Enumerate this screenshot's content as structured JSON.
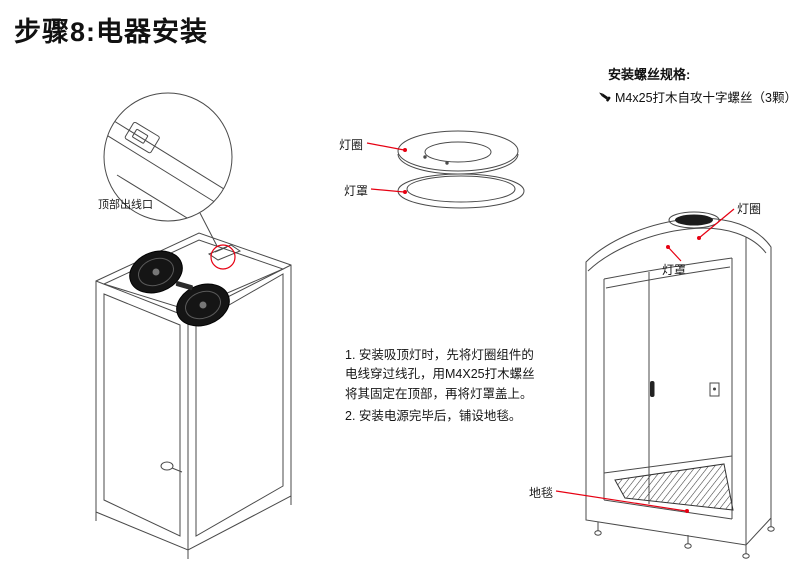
{
  "page": {
    "title": "步骤8:电器安装"
  },
  "screw_spec": {
    "heading": "安装螺丝规格:",
    "item": "M4x25打木自攻十字螺丝（3颗）"
  },
  "labels": {
    "top_outlet": "顶部出线口",
    "lamp_ring": "灯圈",
    "lamp_cover": "灯罩",
    "carpet": "地毯"
  },
  "instructions": {
    "step1": "1. 安装吸顶灯时，先将灯圈组件的电线穿过线孔，用M4X25打木螺丝将其固定在顶部，再将灯罩盖上。",
    "step2": "2. 安装电源完毕后，铺设地毯。"
  },
  "colors": {
    "accent_red": "#e60012",
    "line_dark": "#4a4a4a"
  }
}
